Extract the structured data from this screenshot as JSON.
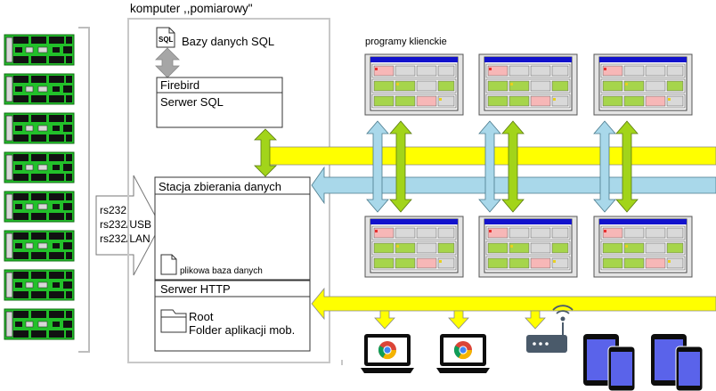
{
  "computer": {
    "title": "komputer ,,pomiarowy\""
  },
  "sql_databases": {
    "icon_text": "SQL",
    "label": "Bazy danych SQL"
  },
  "firebird": {
    "title": "Firebird",
    "label": "Serwer SQL"
  },
  "station": {
    "title": "Stacja zbierania danych",
    "file_db_label": "plikowa baza danych"
  },
  "http": {
    "title": "Serwer HTTP",
    "folder_line1": "Root",
    "folder_line2": "Folder aplikacji mob."
  },
  "connections": {
    "lines": [
      "rs232",
      "rs232/USB",
      "rs232/LAN"
    ]
  },
  "clients": {
    "label": "programy klienckie",
    "count": 6
  },
  "devices": {
    "browsers": [
      "chrome-laptop",
      "chrome-laptop"
    ],
    "router": "wifi-router-icon",
    "mobiles": [
      "tablet-phone",
      "tablet-phone"
    ]
  },
  "measurement_modules": {
    "count": 8
  },
  "colors": {
    "pcb_green": "#22c02a",
    "data_arrow_yellow": "#ffff00",
    "arrow_blue": "#a9d8ea",
    "arrow_green": "#a2d41a",
    "window_title_blue": "#1212cc",
    "cell_pink": "#f7b7b7",
    "cell_green": "#a6d54b",
    "cell_grey": "#d9d9d9",
    "frame_grey": "#c8c8c8"
  }
}
